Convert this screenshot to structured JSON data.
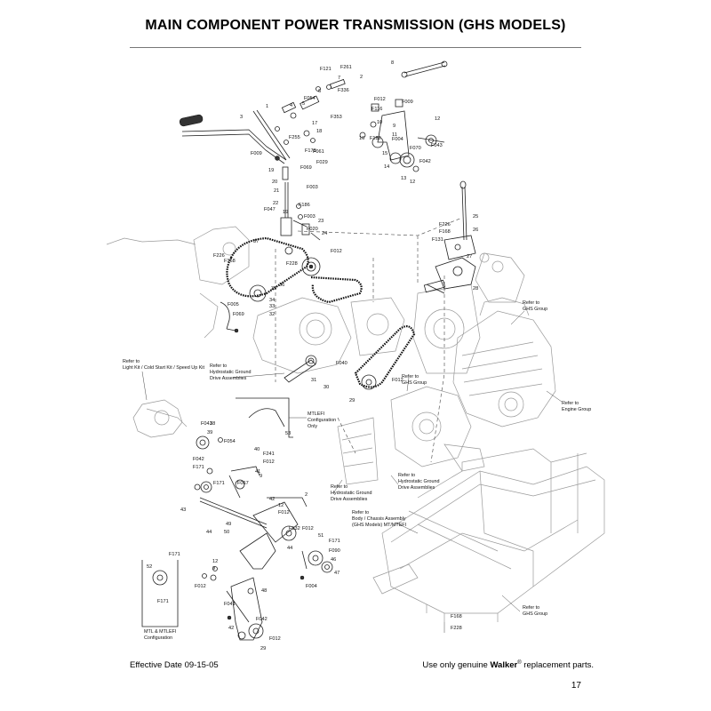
{
  "title": "MAIN COMPONENT POWER TRANSMISSION (GHS MODELS)",
  "footer": {
    "effective_date": "Effective Date 09-15-05",
    "genuine_prefix": "Use only genuine ",
    "genuine_brand": "Walker",
    "genuine_reg": "®",
    "genuine_suffix": " replacement parts.",
    "page_number": "17"
  },
  "callouts": {
    "light_kit": [
      "Refer to",
      "Light Kit / Cold Start Kit / Speed Up Kit"
    ],
    "hydro_top": [
      "Refer to",
      "Hydrostatic Ground",
      "Drive Assemblies"
    ],
    "ghs_group_mid": [
      "Refer to",
      "GHS Group"
    ],
    "ghs_group_right": [
      "Refer to",
      "GHS Group"
    ],
    "engine_group": [
      "Refer to",
      "Engine Group"
    ],
    "mtlefi_top": [
      "MTLEFI",
      "Configuration",
      "Only"
    ],
    "hydro_mid": [
      "Refer to",
      "Hydrostatic Ground",
      "Drive Assemblies"
    ],
    "hydro_low": [
      "Refer to",
      "Hydrostatic Ground",
      "Drive Assemblies"
    ],
    "body_chassis": [
      "Refer to",
      "Body / Chassis Assembly",
      "(GHS Models) MT/MTEFI"
    ],
    "ghs_group_bottom": [
      "Refer to",
      "GHS Group"
    ],
    "mtl_config": [
      "MTL & MTLEFI",
      "Configuration"
    ]
  },
  "part_labels": [
    "8",
    "F121",
    "F261",
    "2",
    "7",
    "F336",
    "6",
    "F054",
    "5",
    "F353",
    "4",
    "1",
    "3",
    "F255",
    "17",
    "18",
    "F116",
    "F012",
    "F009",
    "16",
    "F182",
    "10",
    "11",
    "F004",
    "F070",
    "9",
    "F043",
    "12",
    "F009",
    "F061",
    "F029",
    "F178",
    "F069",
    "19",
    "20",
    "F003",
    "21",
    "F042",
    "15",
    "14",
    "13",
    "12",
    "22",
    "F047",
    "F186",
    "19",
    "F003",
    "23",
    "F020",
    "25",
    "F226",
    "F168",
    "F131",
    "26",
    "27",
    "24",
    "F012",
    "37",
    "F226",
    "F168",
    "F228",
    "28",
    "36",
    "35",
    "34",
    "33",
    "32",
    "F005",
    "F069",
    "F040",
    "31",
    "F012",
    "30",
    "29",
    "F041",
    "38",
    "39",
    "F054",
    "F042",
    "F171",
    "40",
    "F241",
    "F012",
    "41",
    "9",
    "F171",
    "F067",
    "42",
    "2",
    "12",
    "F012",
    "F132",
    "44",
    "49",
    "50",
    "F012",
    "43",
    "51",
    "F171",
    "F090",
    "46",
    "47",
    "F004",
    "44",
    "F171",
    "52",
    "F171",
    "12",
    "9",
    "F012",
    "48",
    "F041",
    "F042",
    "42",
    "F012",
    "29",
    "F168",
    "F228",
    "53"
  ]
}
